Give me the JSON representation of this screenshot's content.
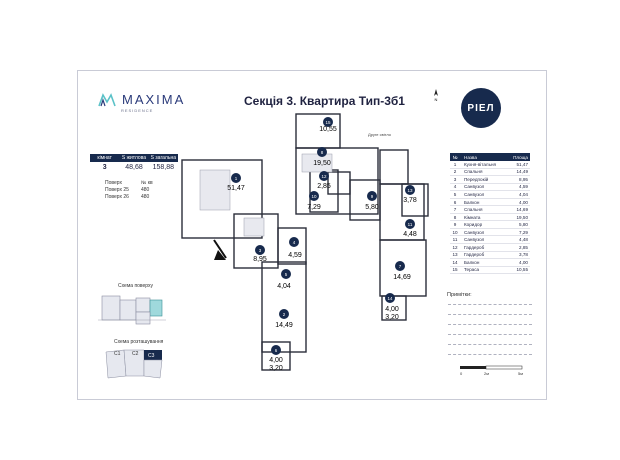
{
  "brand": {
    "name": "MAXIMA",
    "sub": "RESIDENCE"
  },
  "title": "Секція 3. Квартира Тип-3б1",
  "developer_logo": "РІЕЛ",
  "summary": {
    "headers": [
      "кімнат",
      "S житлова",
      "S загальна"
    ],
    "rooms": "3",
    "living": "48,68",
    "total": "158,88"
  },
  "floors": {
    "h1": "Поверх",
    "h2": "№ кв",
    "rows": [
      [
        "Поверх 25",
        "480"
      ],
      [
        "Поверх 26",
        "480"
      ]
    ]
  },
  "schemes": {
    "floor": "Схема поверху",
    "location": "Схема розташування",
    "sections": [
      "С1",
      "С2",
      "С3"
    ]
  },
  "plan": {
    "rooms": [
      {
        "n": "1",
        "a": "51,47"
      },
      {
        "n": "2",
        "a": "14,49"
      },
      {
        "n": "3",
        "a": "8,95"
      },
      {
        "n": "4",
        "a": "4,59"
      },
      {
        "n": "5",
        "a": "4,04"
      },
      {
        "n": "6",
        "a": "4,00"
      },
      {
        "n": "7",
        "a": "14,69"
      },
      {
        "n": "8",
        "a": "19,50"
      },
      {
        "n": "9",
        "a": "5,80"
      },
      {
        "n": "10",
        "a": "7,29"
      },
      {
        "n": "11",
        "a": "4,48"
      },
      {
        "n": "12",
        "a": "2,85"
      },
      {
        "n": "13",
        "a": "3,78"
      },
      {
        "n": "14",
        "a": "4,00"
      },
      {
        "n": "15",
        "a": "10,55"
      }
    ],
    "extra_labels": [
      "Друге світло",
      "3,20",
      "3,20"
    ]
  },
  "rooms_table": {
    "headers": [
      "№",
      "Назва",
      "Площа"
    ],
    "rows": [
      [
        "1",
        "Кухня-вітальня",
        "51,47"
      ],
      [
        "2",
        "Спальня",
        "14,49"
      ],
      [
        "3",
        "Передпокій",
        "8,95"
      ],
      [
        "4",
        "Санвузол",
        "4,59"
      ],
      [
        "5",
        "Санвузол",
        "4,04"
      ],
      [
        "6",
        "Балкон",
        "4,00"
      ],
      [
        "7",
        "Спальня",
        "14,69"
      ],
      [
        "8",
        "Кімната",
        "19,50"
      ],
      [
        "9",
        "Коридор",
        "5,80"
      ],
      [
        "10",
        "Санвузол",
        "7,29"
      ],
      [
        "11",
        "Санвузол",
        "4,48"
      ],
      [
        "12",
        "Гардероб",
        "2,85"
      ],
      [
        "13",
        "Гардероб",
        "3,78"
      ],
      [
        "14",
        "Балкон",
        "4,00"
      ],
      [
        "15",
        "Тераса",
        "10,55"
      ]
    ]
  },
  "notes": {
    "label": "Примітки:"
  },
  "scale": {
    "labels": [
      "0",
      "2м",
      "5м"
    ]
  },
  "colors": {
    "navy": "#172a4d",
    "accent": "#5bc2c8"
  }
}
